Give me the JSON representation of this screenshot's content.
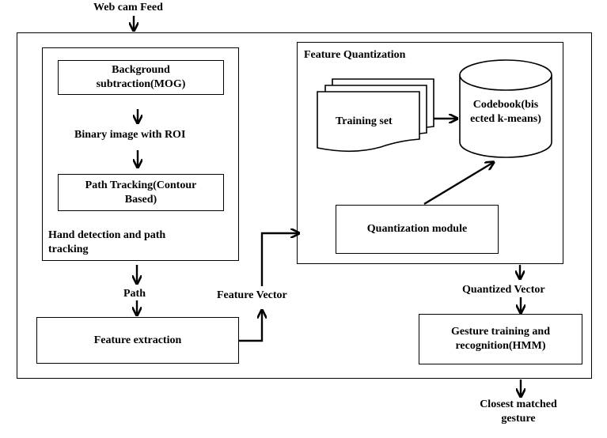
{
  "diagram": {
    "input_label": "Web cam Feed",
    "hand_detection": {
      "title": "Hand detection and path tracking",
      "background_subtraction": "Background subtraction(MOG)",
      "binary_image": "Binary image with ROI",
      "path_tracking": "Path Tracking(Contour Based)"
    },
    "path_label": "Path",
    "feature_extraction": "Feature extraction",
    "feature_vector_label": "Feature Vector",
    "feature_quantization": {
      "title": "Feature Quantization",
      "training_set": "Training set",
      "codebook": "Codebook(bis ected k-means)",
      "quantization_module": "Quantization module"
    },
    "quantized_vector_label": "Quantized Vector",
    "gesture_training": "Gesture training and recognition(HMM)",
    "output_label": "Closest matched gesture"
  }
}
